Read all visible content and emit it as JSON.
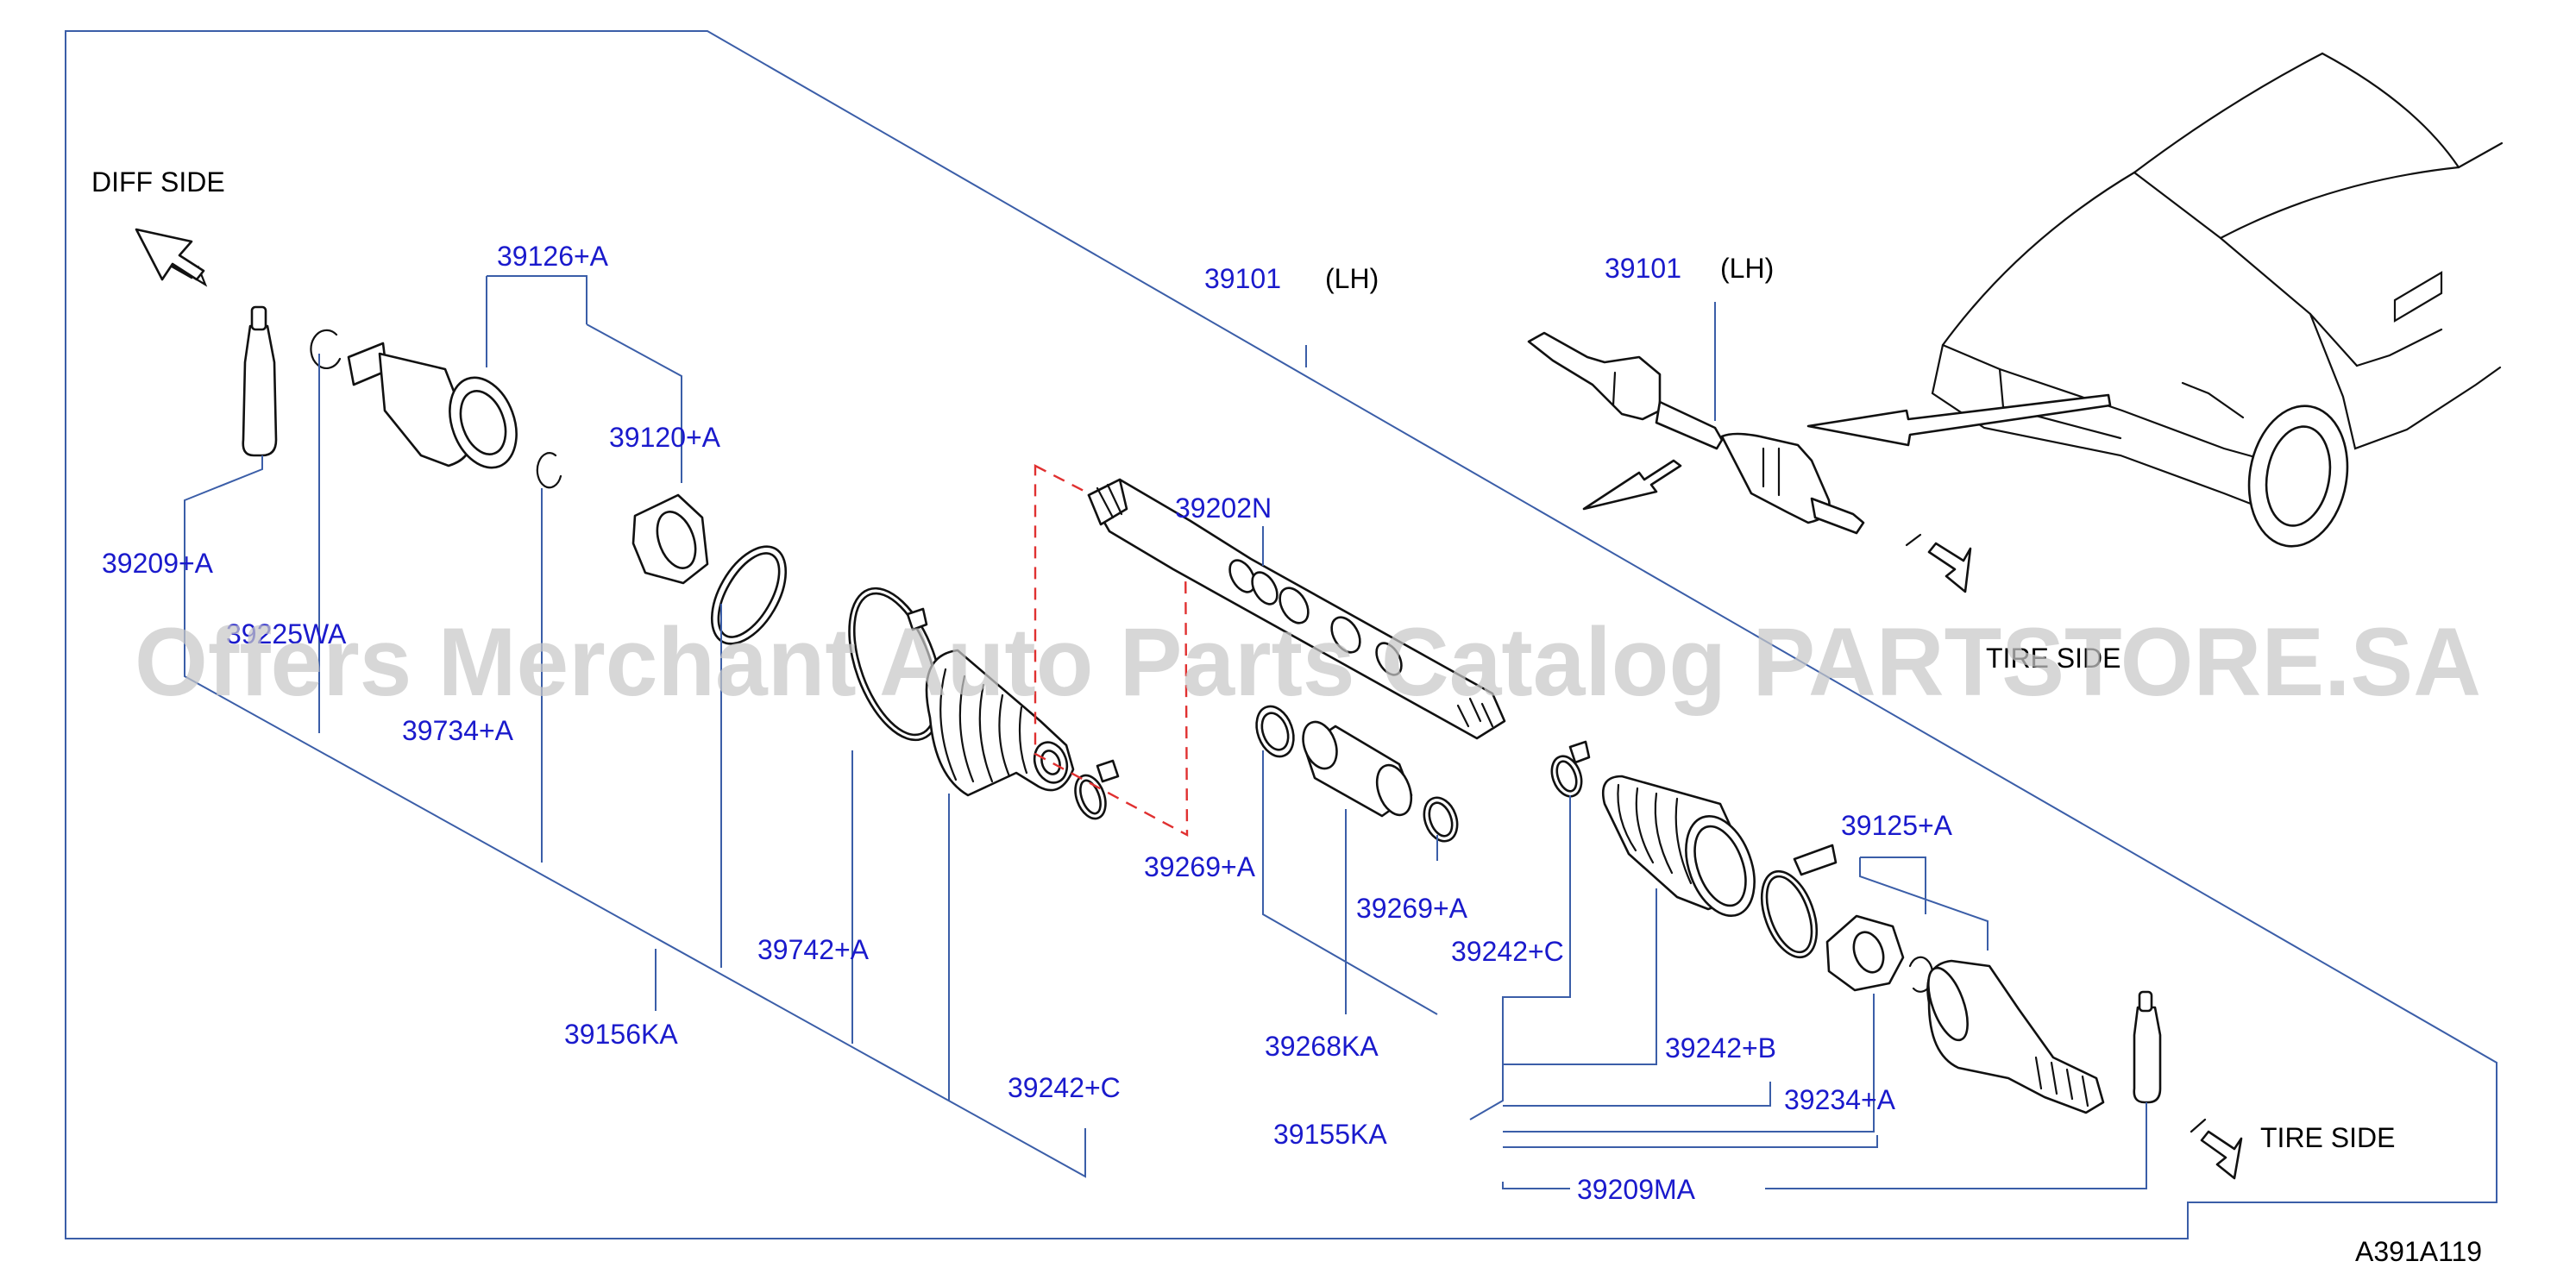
{
  "diagram": {
    "diagram_code": "A391A119",
    "watermark": "Offers Merchant Auto Parts Catalog PARTSTORE.SA",
    "side_labels": {
      "diff_side": "DIFF  SIDE",
      "tire_side_top": "TIRE  SIDE",
      "tire_side_bottom": "TIRE  SIDE"
    },
    "side_note": "(LH)",
    "parts": {
      "p39101_main": "39101",
      "p39101_inset": "39101",
      "p39126A": "39126+A",
      "p39120A": "39120+A",
      "p39209A": "39209+A",
      "p39225WA": "39225WA",
      "p39734A": "39734+A",
      "p39202N": "39202N",
      "p39742A": "39742+A",
      "p39156KA": "39156KA",
      "p39242C_left": "39242+C",
      "p39269A_left": "39269+A",
      "p39269A_right": "39269+A",
      "p39268KA": "39268KA",
      "p39242C_right": "39242+C",
      "p39125A": "39125+A",
      "p39242B": "39242+B",
      "p39234A": "39234+A",
      "p39155KA": "39155KA",
      "p39209MA": "39209MA"
    }
  }
}
